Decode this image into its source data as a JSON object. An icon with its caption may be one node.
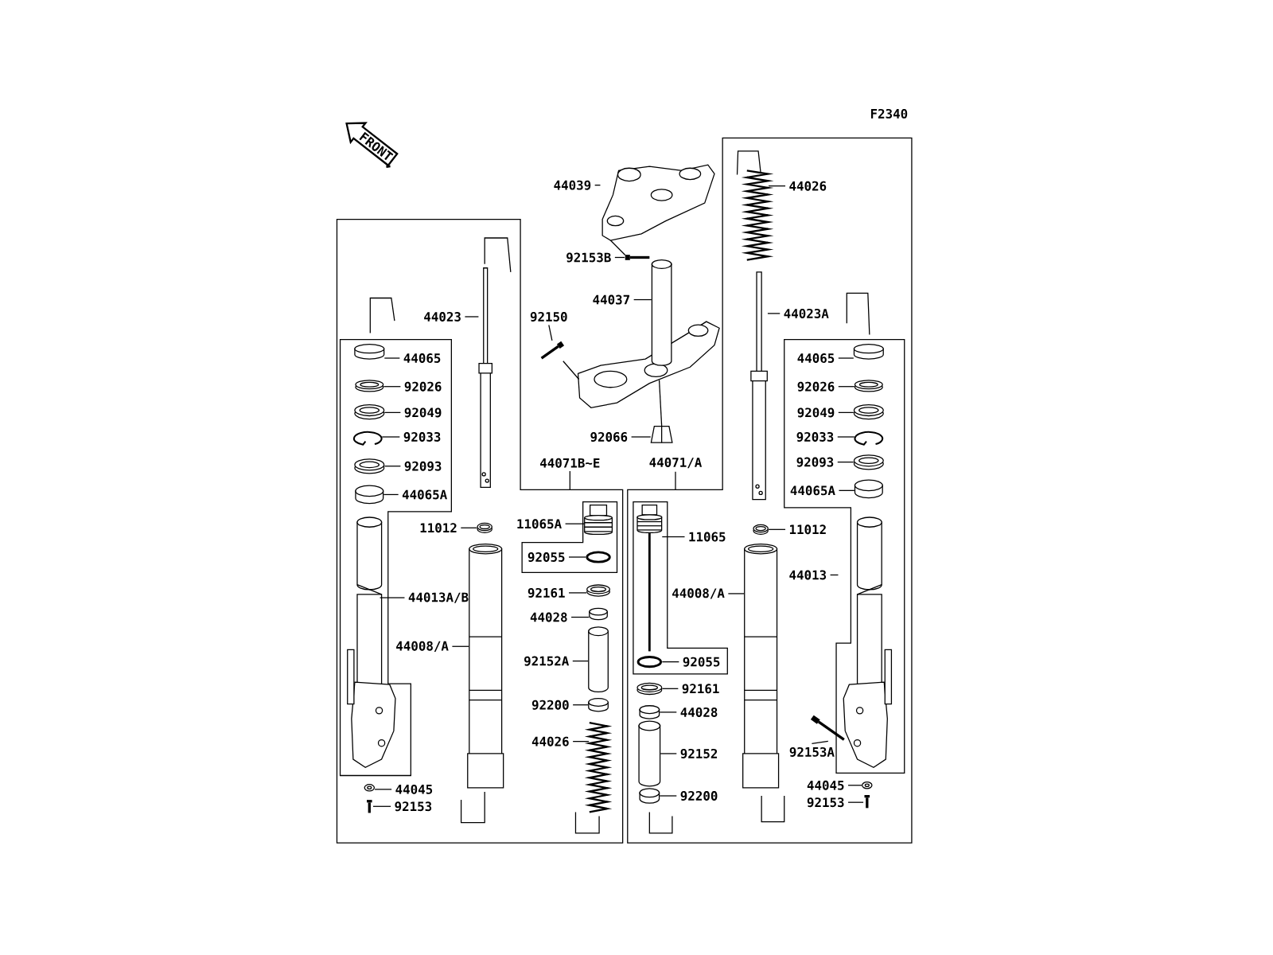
{
  "diagram": {
    "nodes": [
      {
        "text": [
          "44039"
        ]
      },
      {
        "text": [],
        "shape": "clamp"
      },
      {
        "text": [
          "92153B"
        ]
      },
      {
        "text": [],
        "shape": "bolt"
      },
      {
        "text": [
          "44037"
        ]
      },
      {
        "text": [],
        "shape": "cylinder"
      },
      {
        "text": [
          "92150"
        ]
      },
      {
        "text": [],
        "shape": "bolt"
      },
      {
        "text": [
          "92066"
        ]
      },
      {
        "text": [],
        "shape": "nut"
      },
      {
        "text": [
          "44023"
        ]
      },
      {
        "text": [],
        "shape": "rod"
      },
      {
        "text": [
          "44065"
        ]
      },
      {
        "text": [],
        "shape": "cylinder"
      },
      {
        "text": [
          "92026"
        ]
      },
      {
        "text": [],
        "shape": "ring"
      },
      {
        "text": [
          "92049"
        ]
      },
      {
        "text": [],
        "shape": "ring"
      },
      {
        "text": [
          "92033"
        ]
      },
      {
        "text": [],
        "shape": "clip"
      },
      {
        "text": [
          "92093"
        ]
      },
      {
        "text": [],
        "shape": "ring"
      },
      {
        "text": [
          "44065A"
        ]
      },
      {
        "text": [],
        "shape": "cylinder"
      },
      {
        "text": [
          "11012"
        ]
      },
      {
        "text": [],
        "shape": "ring"
      },
      {
        "text": [
          "44013A/B"
        ]
      },
      {
        "text": [],
        "shape": "leg"
      },
      {
        "text": [
          "44008/A"
        ]
      },
      {
        "text": [],
        "shape": "tube"
      },
      {
        "text": [
          "44045"
        ]
      },
      {
        "text": [],
        "shape": "washer"
      },
      {
        "text": [
          "92153"
        ]
      },
      {
        "text": [],
        "shape": "bolt"
      },
      {
        "text": [
          "44071B~E"
        ]
      },
      {
        "text": [
          "44071/A"
        ]
      },
      {
        "text": [
          "11065A"
        ]
      },
      {
        "text": [],
        "shape": "cap"
      },
      {
        "text": [
          "92055"
        ]
      },
      {
        "text": [],
        "shape": "ring"
      },
      {
        "text": [
          "92161"
        ]
      },
      {
        "text": [],
        "shape": "ring"
      },
      {
        "text": [
          "44028"
        ]
      },
      {
        "text": [],
        "shape": "cylinder"
      },
      {
        "text": [
          "92152A"
        ]
      },
      {
        "text": [],
        "shape": "cylinder"
      },
      {
        "text": [
          "92200"
        ]
      },
      {
        "text": [],
        "shape": "cylinder"
      },
      {
        "text": [
          "44026"
        ]
      },
      {
        "text": [],
        "shape": "spring"
      },
      {
        "text": [
          "11065"
        ]
      },
      {
        "text": [],
        "shape": "cap"
      },
      {
        "text": [
          "92055"
        ]
      },
      {
        "text": [],
        "shape": "ring"
      },
      {
        "text": [
          "92161"
        ]
      },
      {
        "text": [],
        "shape": "ring"
      },
      {
        "text": [
          "44028"
        ]
      },
      {
        "text": [],
        "shape": "cylinder"
      },
      {
        "text": [
          "92152"
        ]
      },
      {
        "text": [],
        "shape": "cylinder"
      },
      {
        "text": [
          "92200"
        ]
      },
      {
        "text": [],
        "shape": "cylinder"
      },
      {
        "text": [
          "44008/A"
        ]
      },
      {
        "text": [],
        "shape": "tube"
      },
      {
        "text": [
          "44026"
        ]
      },
      {
        "text": [],
        "shape": "spring"
      },
      {
        "text": [
          "44023A"
        ]
      },
      {
        "text": [],
        "shape": "rod"
      },
      {
        "text": [
          "11012"
        ]
      },
      {
        "text": [],
        "shape": "ring"
      },
      {
        "text": [
          "44065"
        ]
      },
      {
        "text": [],
        "shape": "cylinder"
      },
      {
        "text": [
          "92026"
        ]
      },
      {
        "text": [],
        "shape": "ring"
      },
      {
        "text": [
          "92049"
        ]
      },
      {
        "text": [],
        "shape": "ring"
      },
      {
        "text": [
          "92033"
        ]
      },
      {
        "text": [],
        "shape": "clip"
      },
      {
        "text": [
          "92093"
        ]
      },
      {
        "text": [],
        "shape": "ring"
      },
      {
        "text": [
          "44065A"
        ]
      },
      {
        "text": [],
        "shape": "cylinder"
      },
      {
        "text": [
          "44013"
        ]
      },
      {
        "text": [],
        "shape": "leg"
      },
      {
        "text": [
          "92153A"
        ]
      },
      {
        "text": [],
        "shape": "bolt"
      },
      {
        "text": [
          "44045"
        ]
      },
      {
        "text": [],
        "shape": "washer"
      },
      {
        "text": [
          "92153"
        ]
      },
      {
        "text": [],
        "shape": "bolt"
      },
      {
        "text": [],
        "shape": "clamp"
      }
    ],
    "edges": [
      {
        "from": 0,
        "to": 1,
        "arrow": "none"
      },
      {
        "from": 2,
        "to": 3,
        "arrow": "none"
      },
      {
        "from": 4,
        "to": 5,
        "arrow": "none"
      },
      {
        "from": 6,
        "to": 7,
        "arrow": "none"
      },
      {
        "from": 8,
        "to": 9,
        "arrow": "none"
      },
      {
        "from": 10,
        "to": 11,
        "arrow": "none"
      },
      {
        "from": 12,
        "to": 13,
        "arrow": "none"
      },
      {
        "from": 14,
        "to": 15,
        "arrow": "none"
      },
      {
        "from": 16,
        "to": 17,
        "arrow": "none"
      },
      {
        "from": 18,
        "to": 19,
        "arrow": "none"
      },
      {
        "from": 20,
        "to": 21,
        "arrow": "none"
      },
      {
        "from": 22,
        "to": 23,
        "arrow": "none"
      },
      {
        "from": 24,
        "to": 25,
        "arrow": "none"
      },
      {
        "from": 26,
        "to": 27,
        "arrow": "none"
      },
      {
        "from": 28,
        "to": 29,
        "arrow": "none"
      },
      {
        "from": 30,
        "to": 31,
        "arrow": "none"
      },
      {
        "from": 32,
        "to": 33,
        "arrow": "none"
      },
      {
        "from": 34,
        "to": null,
        "arrow": "none"
      },
      {
        "from": 35,
        "to": null,
        "arrow": "none"
      },
      {
        "from": 36,
        "to": 37,
        "arrow": "none"
      },
      {
        "from": 38,
        "to": 39,
        "arrow": "none"
      },
      {
        "from": 40,
        "to": 41,
        "arrow": "none"
      },
      {
        "from": 42,
        "to": 43,
        "arrow": "none"
      },
      {
        "from": 44,
        "to": 45,
        "arrow": "none"
      },
      {
        "from": 46,
        "to": 47,
        "arrow": "none"
      },
      {
        "from": 48,
        "to": 49,
        "arrow": "none"
      },
      {
        "from": 50,
        "to": 51,
        "arrow": "none"
      },
      {
        "from": 52,
        "to": 53,
        "arrow": "none"
      },
      {
        "from": 54,
        "to": 55,
        "arrow": "none"
      },
      {
        "from": 56,
        "to": 57,
        "arrow": "none"
      },
      {
        "from": 58,
        "to": 59,
        "arrow": "none"
      },
      {
        "from": 60,
        "to": 61,
        "arrow": "none"
      },
      {
        "from": 62,
        "to": 63,
        "arrow": "none"
      },
      {
        "from": 64,
        "to": 65,
        "arrow": "none"
      },
      {
        "from": 66,
        "to": 67,
        "arrow": "none"
      },
      {
        "from": 68,
        "to": 69,
        "arrow": "none"
      },
      {
        "from": 70,
        "to": 71,
        "arrow": "none"
      },
      {
        "from": 72,
        "to": 73,
        "arrow": "none"
      },
      {
        "from": 74,
        "to": 75,
        "arrow": "none"
      },
      {
        "from": 76,
        "to": 77,
        "arrow": "none"
      },
      {
        "from": 78,
        "to": 79,
        "arrow": "none"
      },
      {
        "from": 80,
        "to": 81,
        "arrow": "none"
      },
      {
        "from": 82,
        "to": 83,
        "arrow": "none"
      },
      {
        "from": 84,
        "to": 85,
        "arrow": "none"
      },
      {
        "from": 86,
        "to": 87,
        "arrow": "none"
      },
      {
        "from": 88,
        "to": 89,
        "arrow": "none"
      },
      {
        "from": 7,
        "to": 90,
        "arrow": "none"
      },
      {
        "from": 9,
        "to": 90,
        "arrow": "none"
      }
    ],
    "labels": [
      "F2340",
      "FRONT"
    ]
  }
}
